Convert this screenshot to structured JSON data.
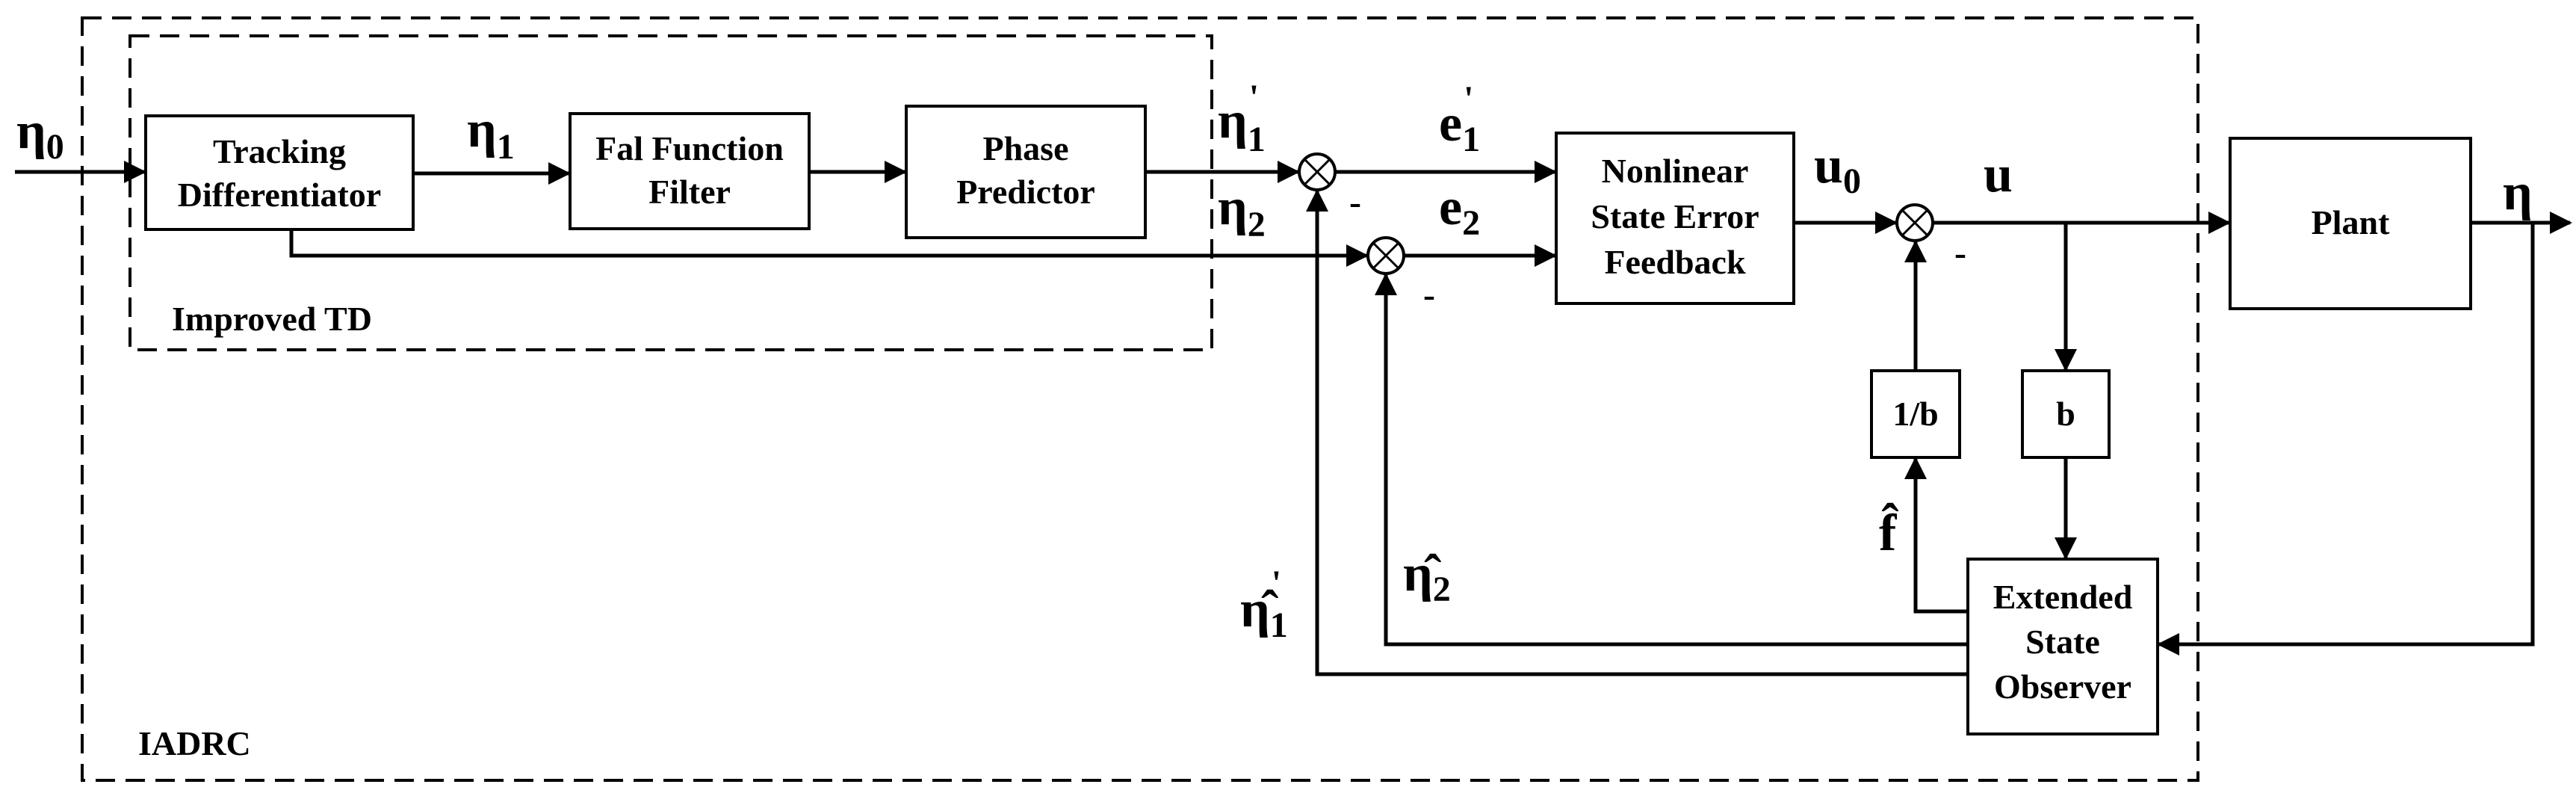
{
  "diagram": {
    "groups": {
      "iadrc": "IADRC",
      "improved_td": "Improved TD"
    },
    "blocks": {
      "tracking_differentiator": [
        "Tracking",
        "Differentiator"
      ],
      "fal_filter": [
        "Fal Function",
        "Filter"
      ],
      "phase_predictor": [
        "Phase",
        "Predictor"
      ],
      "nlsef": [
        "Nonlinear",
        "State Error",
        "Feedback"
      ],
      "plant": "Plant",
      "inv_b": "1/b",
      "b": "b",
      "eso": [
        "Extended",
        "State",
        "Observer"
      ]
    },
    "signals": {
      "eta0": {
        "base": "η",
        "sub": "0"
      },
      "eta1": {
        "base": "η",
        "sub": "1"
      },
      "eta1_prime": {
        "base": "η",
        "sub": "1",
        "sup": "'"
      },
      "eta2": {
        "base": "η",
        "sub": "2"
      },
      "e1_prime": {
        "base": "e",
        "sub": "1",
        "sup": "'"
      },
      "e2": {
        "base": "e",
        "sub": "2"
      },
      "u0": {
        "base": "u",
        "sub": "0"
      },
      "u": "u",
      "eta": "η",
      "f_hat": "f̂",
      "eta2_hat": {
        "base": "η̂",
        "sub": "2"
      },
      "eta1_hat_prime": {
        "base": "η̂",
        "sub": "1",
        "sup": "'"
      }
    },
    "minus_sign": "-"
  }
}
